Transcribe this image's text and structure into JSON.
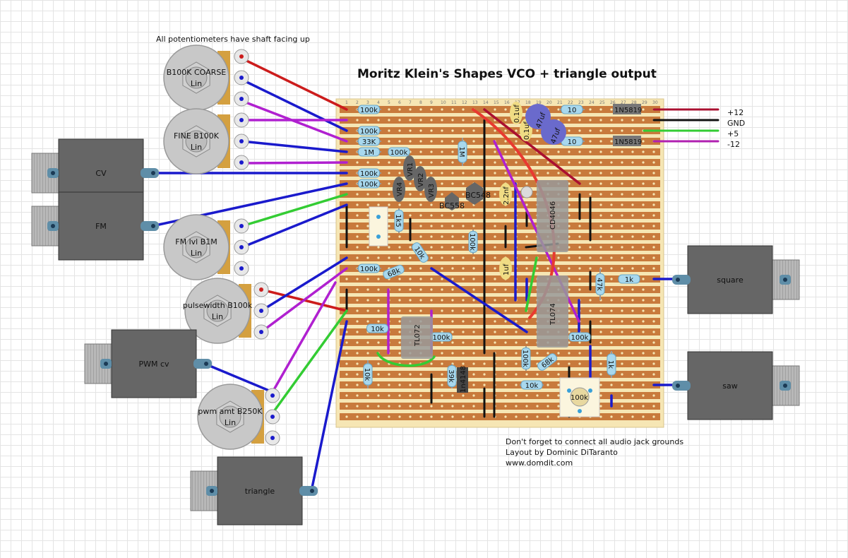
{
  "title": "Moritz Klein's Shapes VCO + triangle output",
  "pot_note": "All potentiometers have shaft facing up",
  "footer": {
    "line1": "Don't forget to connect all audio jack grounds",
    "line2": "Layout by Dominic DiTaranto",
    "line3": "www.domdit.com"
  },
  "power": {
    "labels": [
      "+12",
      "GND",
      "+5",
      "-12"
    ],
    "colors": [
      "#b01030",
      "#111111",
      "#33cc33",
      "#b020b0"
    ]
  },
  "pots": [
    {
      "name": "B100K COARSE",
      "taper": "Lin"
    },
    {
      "name": "FINE B100K",
      "taper": "Lin"
    },
    {
      "name": "FM lvl B1M",
      "taper": "Lin"
    },
    {
      "name": "pulsewidth B100k",
      "taper": "Lin"
    },
    {
      "name": "pwm amt B250K",
      "taper": "Lin"
    }
  ],
  "jacks": [
    "CV",
    "FM",
    "PWM cv",
    "triangle",
    "square",
    "saw"
  ],
  "board": {
    "strip_color": "#c87a3c",
    "board_color": "#f6e6b4",
    "resistors": [
      "100k",
      "100k",
      "33K",
      "1M",
      "100k",
      "100k",
      "100k",
      "100k",
      "1M",
      "1k5",
      "10k",
      "100k",
      "10k",
      "1k",
      "47k",
      "100k",
      "10k",
      "100k",
      "39k",
      "100k",
      "68k",
      "10k",
      "1k",
      "68k",
      "10",
      "10",
      "10k"
    ],
    "trimmers": [
      "VR1",
      "VR2",
      "VR3",
      "VR4"
    ],
    "transistors": [
      "BC558",
      "BC548"
    ],
    "caps": [
      "0.1uf",
      "0.1uf",
      "47uf",
      "47uf",
      "2.2nf",
      "1uf"
    ],
    "diodes": [
      "1N5819",
      "1N5819",
      "1n4148"
    ],
    "ics": [
      "TL072",
      "TL074",
      "CD4046"
    ],
    "trim_pot": "100k"
  },
  "wire_colors": {
    "red": "#cc1c1c",
    "blue": "#1a1acc",
    "magenta": "#b020d0",
    "green": "#33cc33",
    "black": "#111111",
    "darkred": "#aa1030"
  }
}
